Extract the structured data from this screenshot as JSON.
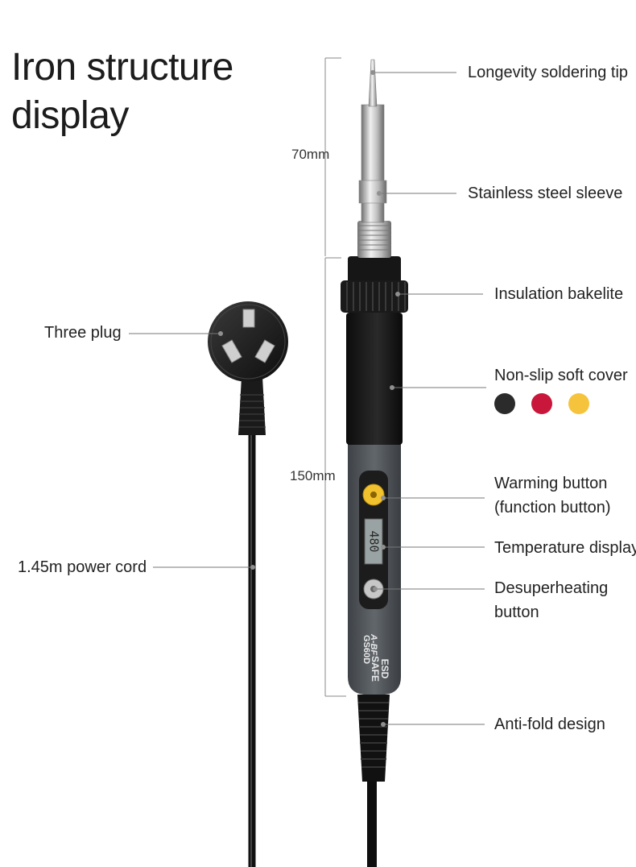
{
  "title_line1": "Iron structure",
  "title_line2": "display",
  "dimensions": {
    "tip_length": "70mm",
    "body_length": "150mm"
  },
  "labels": {
    "tip": "Longevity soldering tip",
    "sleeve": "Stainless steel sleeve",
    "bakelite": "Insulation bakelite",
    "cover": "Non-slip soft cover",
    "warming_line1": "Warming button",
    "warming_line2": "(function button)",
    "temp_display": "Temperature display",
    "desuper_line1": "Desuperheating",
    "desuper_line2": "button",
    "antifold": "Anti-fold design",
    "plug": "Three plug",
    "cord": "1.45m power cord"
  },
  "color_options": [
    "#2b2b2b",
    "#c8173a",
    "#f6c33c"
  ],
  "device": {
    "screen_value": "480",
    "brand": "A-BF",
    "model": "GS60D",
    "badge_line1": "ESD",
    "badge_line2": "SAFE"
  }
}
